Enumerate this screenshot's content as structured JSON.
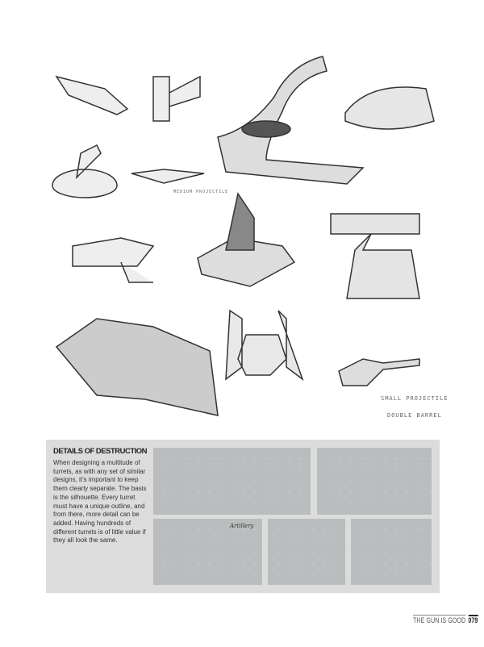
{
  "sketch_notes": {
    "medium_projectile": "MEDIUM PROJECTILE",
    "small_projectile": "SMALL PROJECTILE",
    "double_barrel": "DOUBLE BARREL",
    "artillery": "Artillery"
  },
  "sidebar": {
    "title": "DETAILS OF DESTRUCTION",
    "body": "When designing a multitude of turrets, as with any set of similar designs, it's important to keep them clearly separate. The basis is the silhouette. Every turret must have a unique outline, and from there, more detail can be added. Having hundreds of different turrets is of little value if they all look the same."
  },
  "footer": {
    "book_title": "THE GUN IS GOOD",
    "page_number": "079"
  }
}
